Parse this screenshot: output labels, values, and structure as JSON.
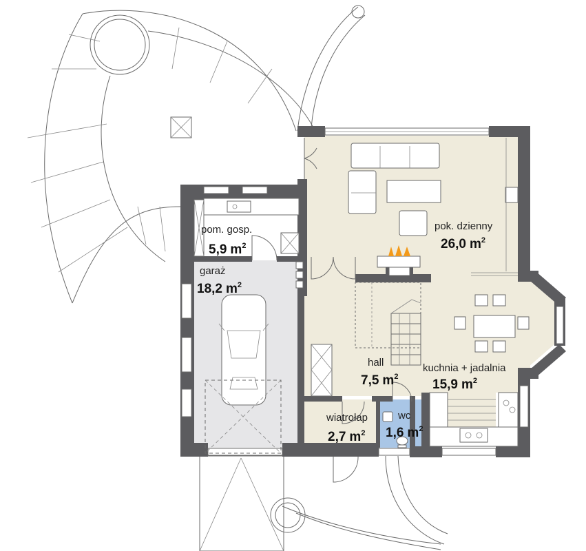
{
  "colors": {
    "wall": "#5c5c5f",
    "living_floor": "#efebdc",
    "garage_floor": "#e6e6e8",
    "utility_floor": "#ffffff",
    "wc_tile": "#a9c6e6",
    "kitchen_accent": "#efebdc",
    "fireplace_flame": "#f39a1a"
  },
  "units": {
    "area_unit": "m",
    "area_exponent": "2"
  },
  "rooms": [
    {
      "name": "pom. gosp.",
      "area": "5,9"
    },
    {
      "name": "garaż",
      "area": "18,2"
    },
    {
      "name": "pok. dzienny",
      "area": "26,0"
    },
    {
      "name": "hall",
      "area": "7,5"
    },
    {
      "name": "kuchnia + jadalnia",
      "area": "15,9"
    },
    {
      "name": "wiatrołap",
      "area": "2,7"
    },
    {
      "name": "wc",
      "area": "1,6"
    }
  ],
  "icons": {
    "fireplace": "fireplace-icon",
    "car": "car-icon",
    "stairs": "stairs-icon",
    "sofa": "sofa-icon",
    "dining_table": "dining-table-icon",
    "sink": "sink-icon",
    "toilet": "toilet-icon",
    "stove": "stove-icon"
  }
}
